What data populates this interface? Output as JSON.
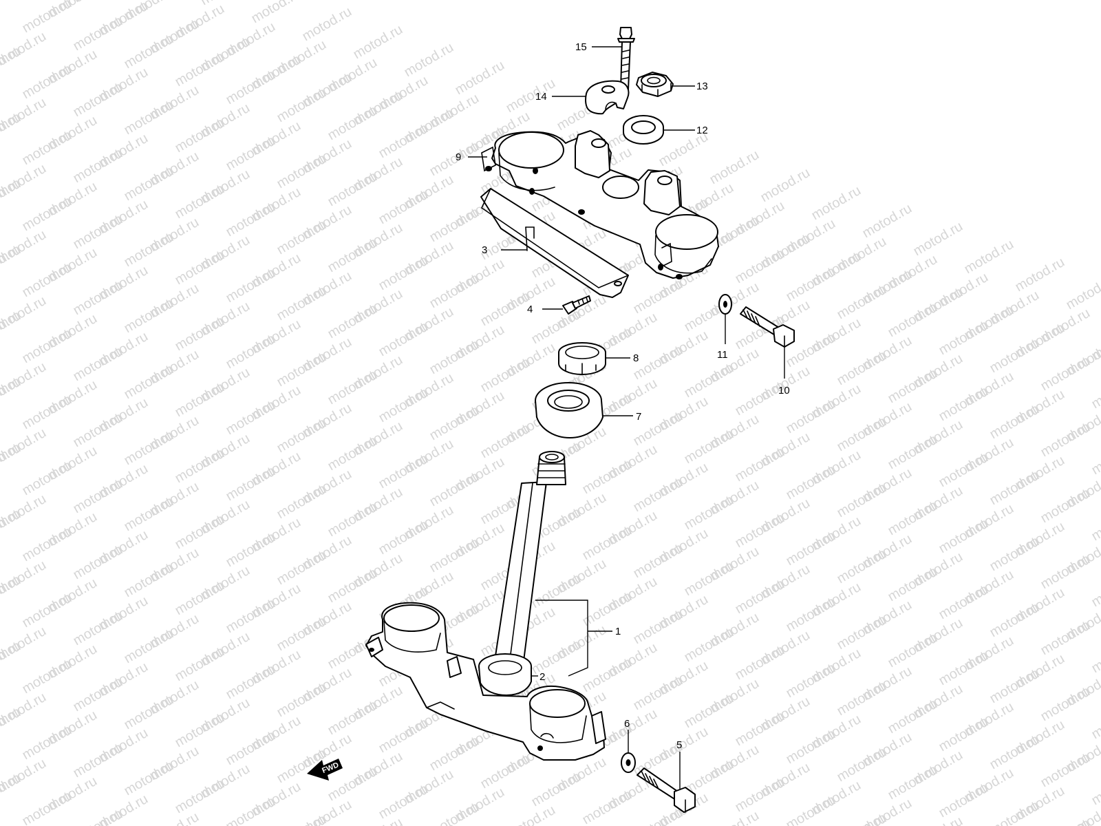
{
  "watermark": {
    "text": "motod.ru",
    "color": "#d6d6d6"
  },
  "direction_marker": {
    "label": "FWD"
  },
  "callouts": [
    "1",
    "2",
    "3",
    "4",
    "5",
    "6",
    "7",
    "8",
    "9",
    "10",
    "11",
    "12",
    "13",
    "14",
    "15"
  ]
}
